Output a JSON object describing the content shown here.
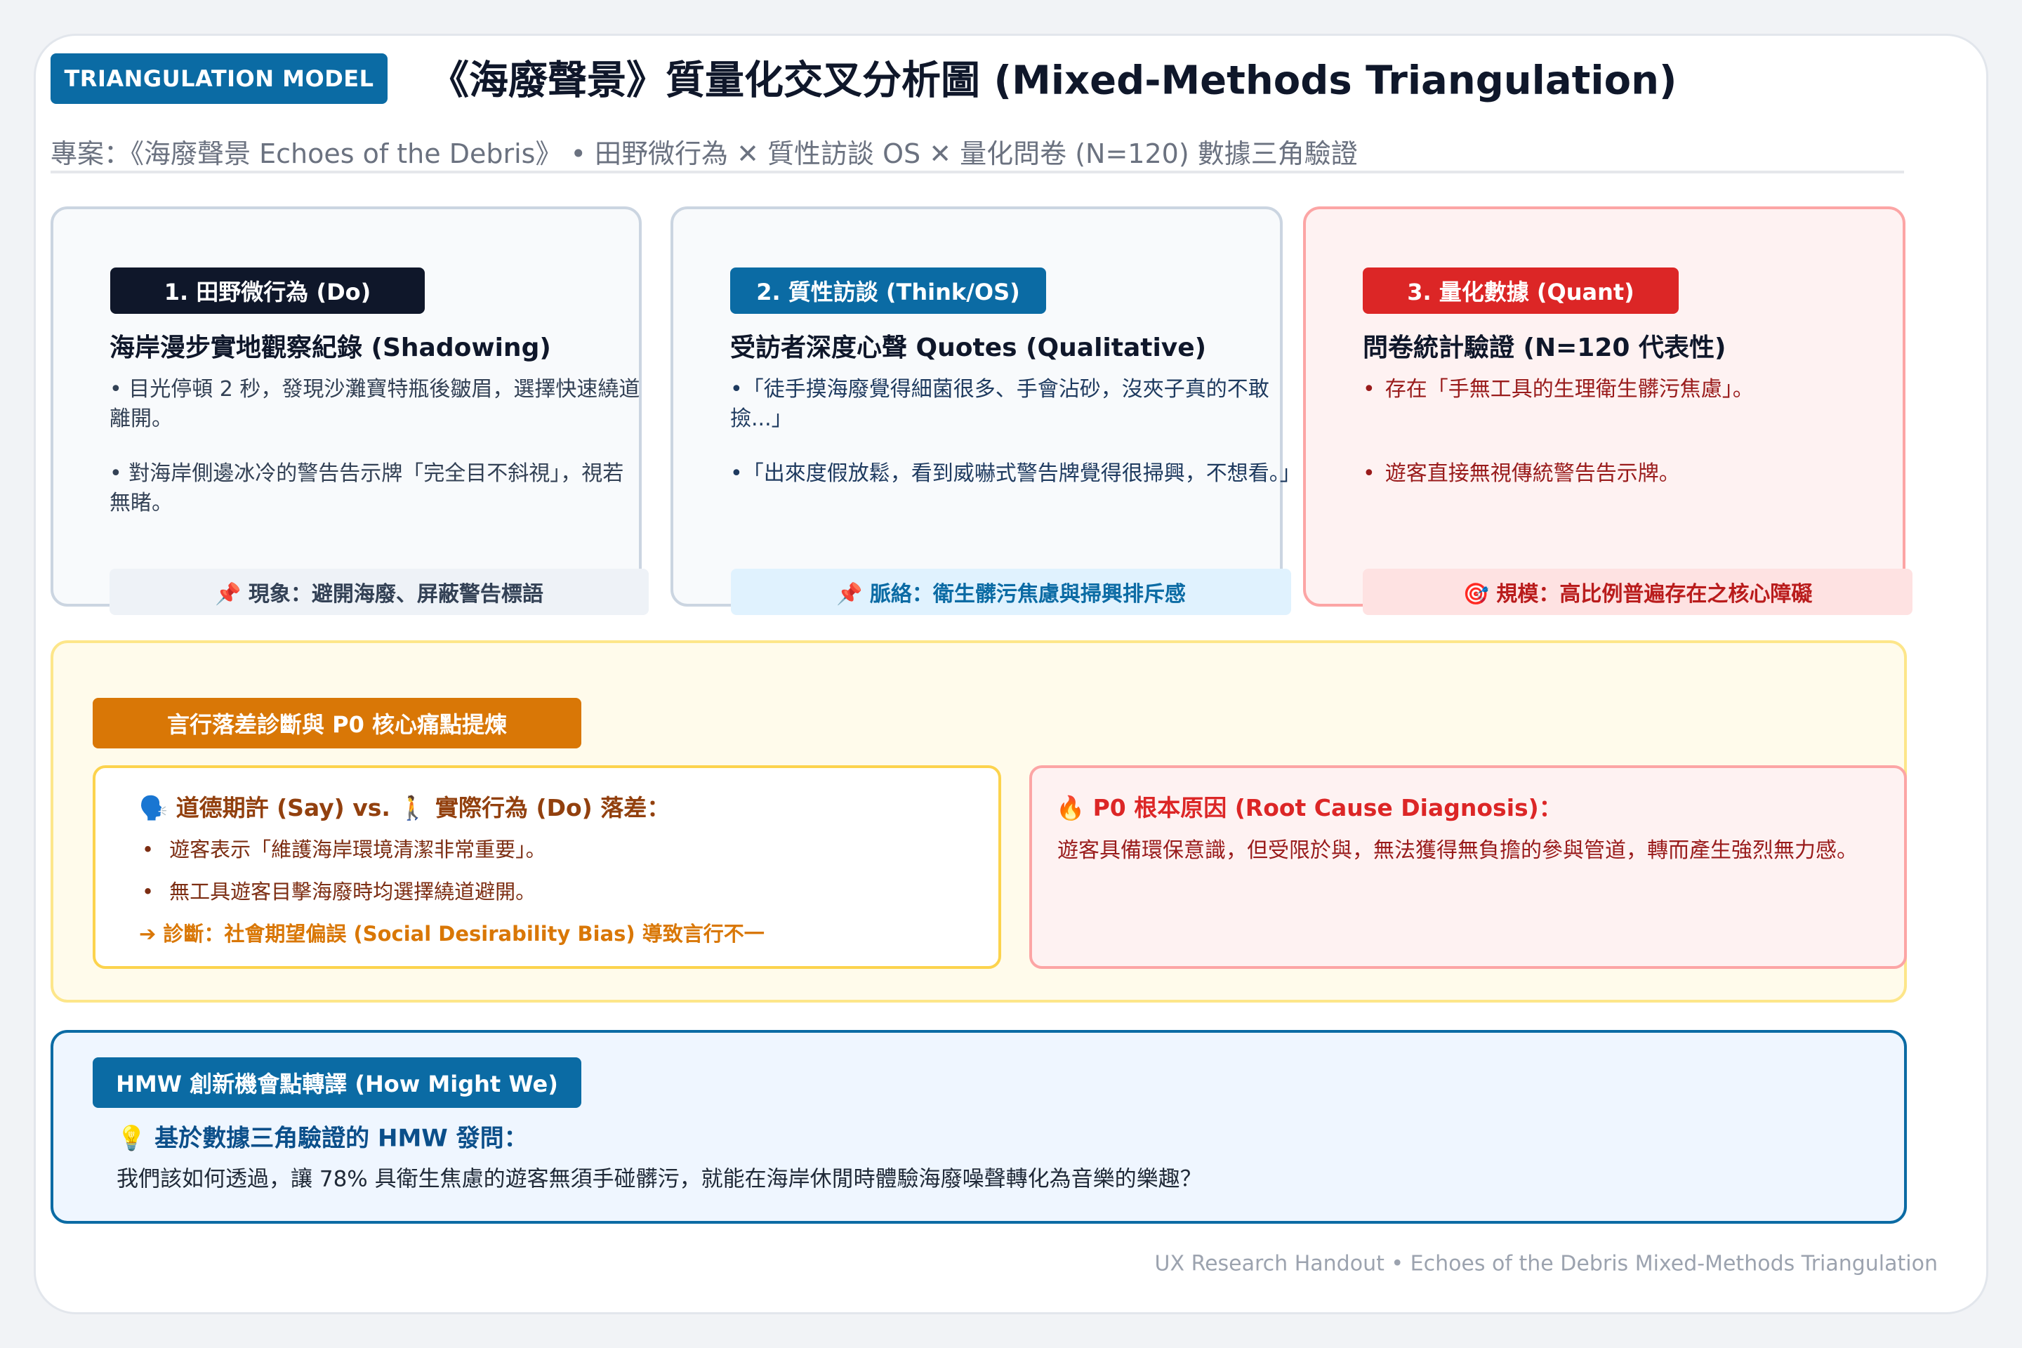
{
  "header": {
    "badge": "TRIANGULATION MODEL",
    "title": "《海廢聲景》質量化交叉分析圖 (Mixed-Methods Triangulation)",
    "subtitle": "專案：《海廢聲景 Echoes of the Debris》 • 田野微行為 ✕ 質性訪談 OS ✕ 量化問卷 (N=120) 數據三角驗證"
  },
  "cards": {
    "do": {
      "label": "1. 田野微行為 (Do)",
      "title": "海岸漫步實地觀察紀錄 (Shadowing)",
      "bullets": [
        "• 目光停頓 2 秒，發現沙灘寶特瓶後皺眉，選擇快速繞道離開。",
        "• 對海岸側邊冰冷的警告告示牌「完全目不斜視」，視若無睹。"
      ],
      "footnote": "📌 現象：避開海廢、屏蔽警告標語"
    },
    "think": {
      "label": "2. 質性訪談 (Think/OS)",
      "title": "受訪者深度心聲 Quotes (Qualitative)",
      "bullets": [
        "•「徒手摸海廢覺得細菌很多、手會沾砂，沒夾子真的不敢撿...」",
        "•「出來度假放鬆，看到威嚇式警告牌覺得很掃興，不想看。」"
      ],
      "footnote": "📌 脈絡：衛生髒污焦慮與掃興排斥感"
    },
    "quant": {
      "label": "3. 量化數據 (Quant)",
      "title": "問卷統計驗證 (N=120 代表性)",
      "bullets": [
        "存在「手無工具的生理衛生髒污焦慮」。",
        "遊客直接無視傳統警告告示牌。"
      ],
      "footnote": "🎯 規模：高比例普遍存在之核心障礙"
    }
  },
  "gap": {
    "label": "言行落差診斷與 P0 核心痛點提煉",
    "say_do": {
      "heading": "🗣️ 道德期許 (Say) vs. 🚶 實際行為 (Do) 落差：",
      "bullets": [
        "遊客表示「維護海岸環境清潔非常重要」。",
        "無工具遊客目擊海廢時均選擇繞道避開。"
      ],
      "diagnosis": "➔ 診斷：社會期望偏誤 (Social Desirability Bias) 導致言行不一"
    },
    "root": {
      "heading": "🔥 P0 根本原因 (Root Cause Diagnosis)：",
      "text": "遊客具備環保意識，但受限於與，無法獲得無負擔的參與管道，轉而產生強烈無力感。"
    }
  },
  "hmw": {
    "label": "HMW 創新機會點轉譯 (How Might We)",
    "heading": "💡 基於數據三角驗證的 HMW 發問：",
    "question": "我們該如何透過，讓 78% 具衛生焦慮的遊客無須手碰髒污，就能在海岸休閒時體驗海廢噪聲轉化為音樂的樂趣？"
  },
  "footer": "UX Research Handout • Echoes of the Debris Mixed-Methods Triangulation",
  "colors": {
    "primary_blue": "#0b6ba4",
    "navy": "#0f172a",
    "red": "#dc2626",
    "amber": "#d97706"
  }
}
